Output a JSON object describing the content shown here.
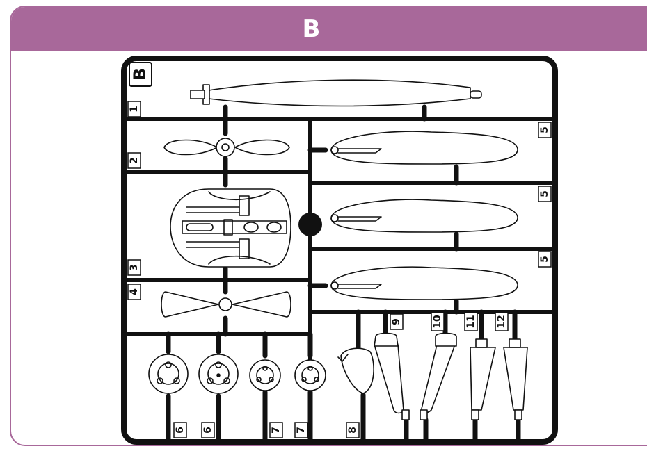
{
  "header": {
    "title": "B"
  },
  "sprue": {
    "letter": "B",
    "part_numbers": [
      "1",
      "2",
      "3",
      "4",
      "5",
      "5",
      "5",
      "6",
      "6",
      "7",
      "7",
      "8",
      "9",
      "10",
      "11",
      "12"
    ]
  },
  "colors": {
    "header": "#a8689a",
    "line": "#111111",
    "part_fill": "#ffffff"
  }
}
